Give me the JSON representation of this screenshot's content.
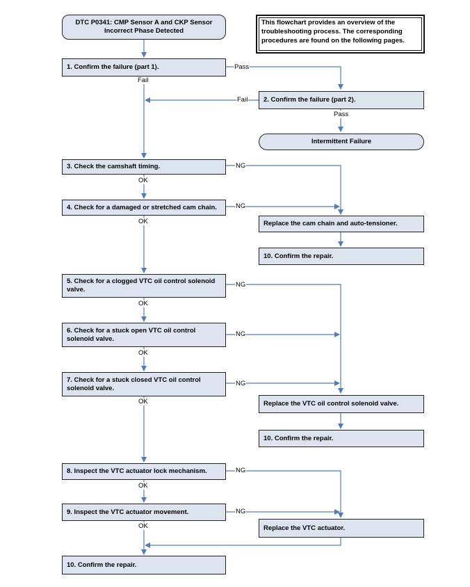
{
  "start_box": "DTC P0341: CMP Sensor A and CKP Sensor Incorrect Phase Detected",
  "note": "This flowchart provides an overview of the troubleshooting process. The corresponding procedures are found on the following pages.",
  "steps": {
    "s1": "1. Confirm the failure (part 1).",
    "s2": "2. Confirm the failure (part 2).",
    "intermittent": "Intermittent Failure",
    "s3": "3. Check the camshaft timing.",
    "s4": "4. Check for a damaged or stretched cam chain.",
    "replace_chain": "Replace the cam chain and auto-tensioner.",
    "confirm_a": "10. Confirm the repair.",
    "s5": "5. Check for a clogged VTC oil control solenoid valve.",
    "s6": "6. Check for a stuck open VTC oil control solenoid valve.",
    "s7": "7. Check for a stuck closed VTC oil control solenoid valve.",
    "replace_vtc_valve": "Replace the VTC oil control solenoid valve.",
    "confirm_b": "10. Confirm the repair.",
    "s8": "8. Inspect the VTC actuator lock mechanism.",
    "s9": "9. Inspect the VTC actuator movement.",
    "replace_actuator": "Replace the VTC actuator.",
    "s10": "10. Confirm the repair."
  },
  "labels": {
    "pass1": "Pass",
    "fail1": "Fail",
    "fail2": "Fail",
    "pass2": "Pass",
    "ng3": "NG",
    "ok3": "OK",
    "ng4": "NG",
    "ok4": "OK",
    "ng5": "NG",
    "ok5": "OK",
    "ng6": "NG",
    "ok6": "OK",
    "ng7": "NG",
    "ok7": "OK",
    "ng8": "NG",
    "ok8": "OK",
    "ng9": "NG",
    "ok9": "OK"
  },
  "colors": {
    "box_fill": "#dde4ef",
    "connector": "#4f7bbf"
  }
}
